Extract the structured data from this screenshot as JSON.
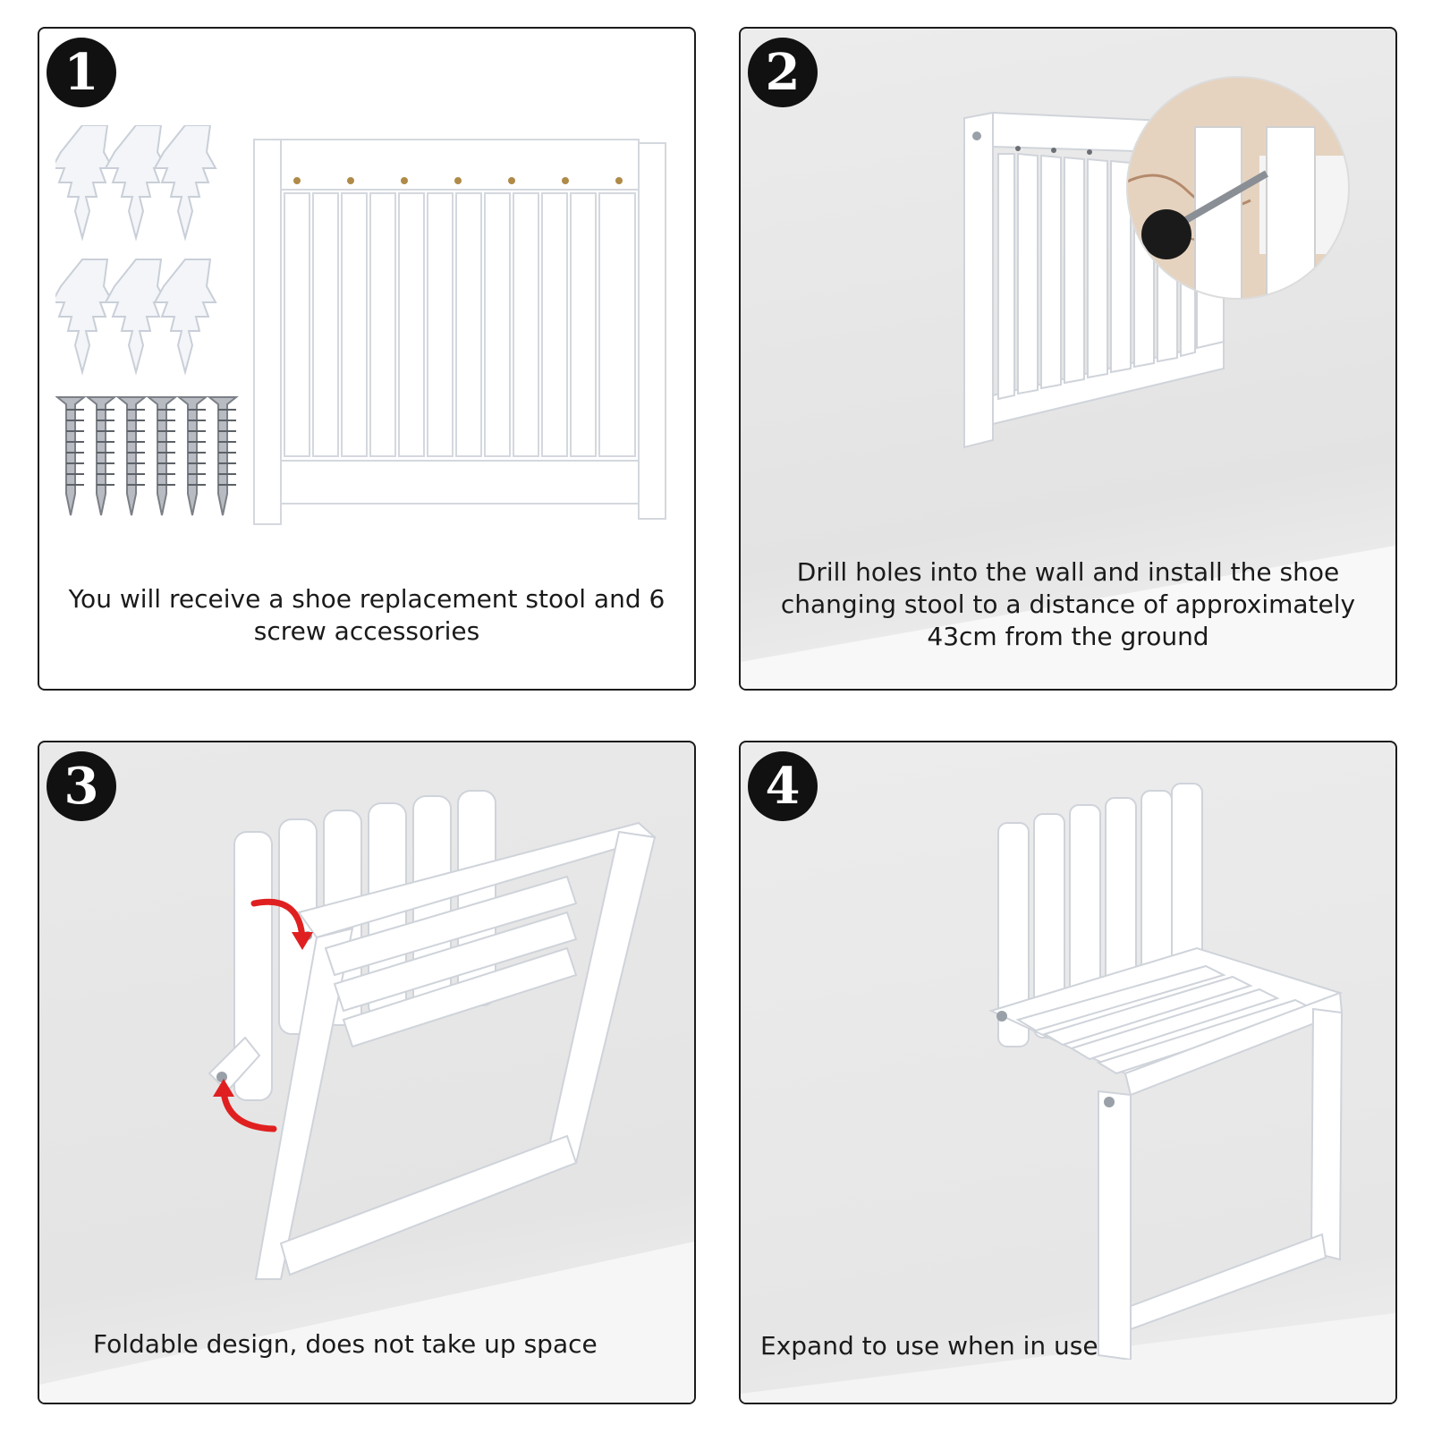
{
  "steps": [
    {
      "number": "1",
      "caption": "You will receive a shoe replacement stool and 6 screw accessories"
    },
    {
      "number": "2",
      "caption": "Drill holes into the wall and install the shoe changing stool to a distance of approximately 43cm from the ground"
    },
    {
      "number": "3",
      "caption": "Foldable design, does not take up space"
    },
    {
      "number": "4",
      "caption": "Expand to use when in use"
    }
  ],
  "colors": {
    "badge": "#111111",
    "border": "#1c1c1c",
    "arrow": "#e02020",
    "wood": "#ffffff"
  },
  "icons": [
    "anchor-plug-icon",
    "screw-icon",
    "rotate-arrow-icon"
  ]
}
